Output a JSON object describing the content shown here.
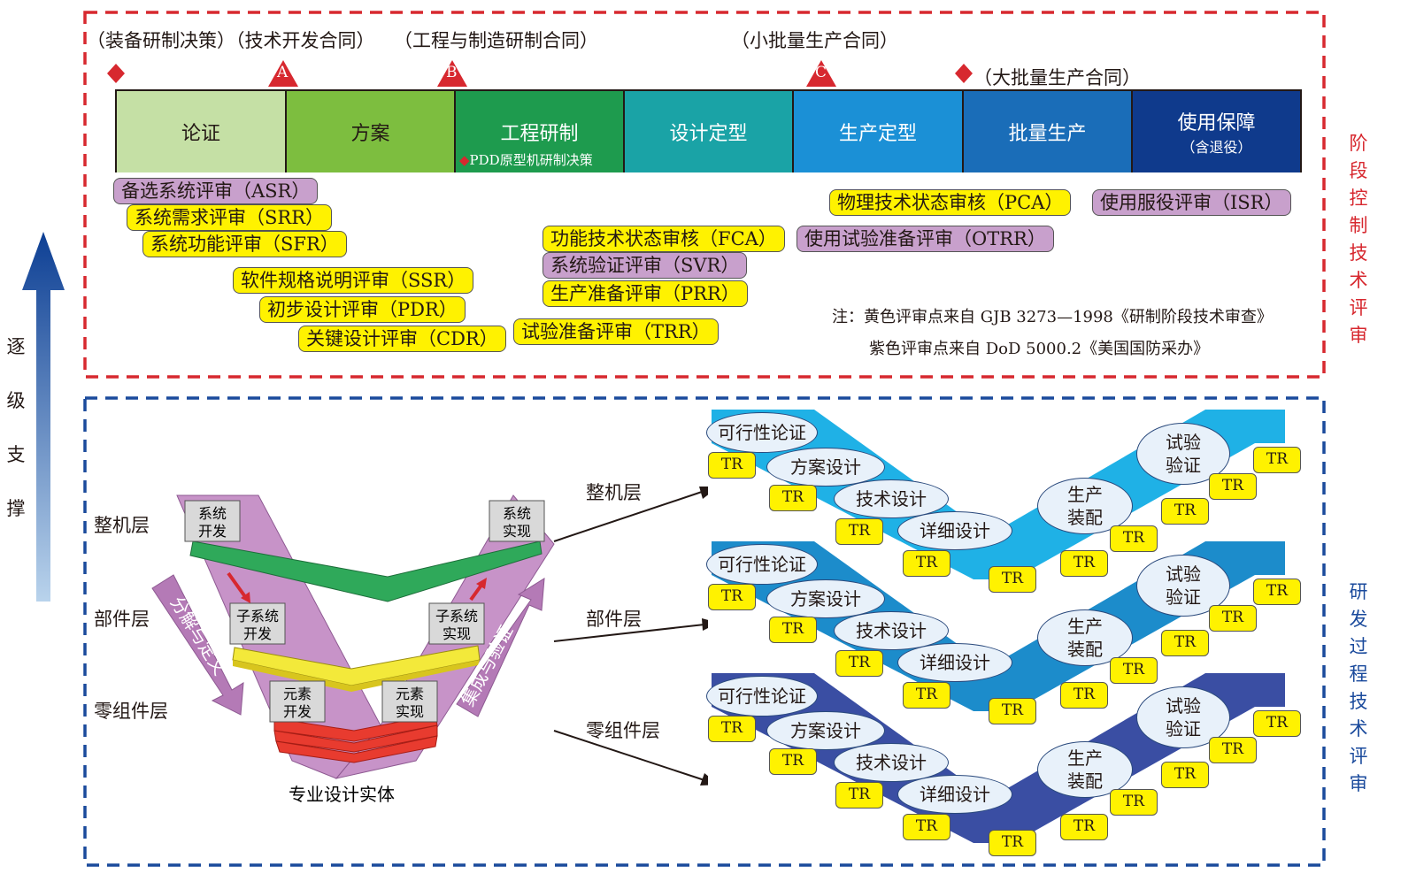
{
  "contracts": {
    "c1": "（装备研制决策）（技术开发合同）",
    "c2": "（工程与制造研制合同）",
    "c3": "（小批量生产合同）",
    "c4": "（大批量生产合同）"
  },
  "milestones": {
    "a": "A",
    "b": "B",
    "c": "C"
  },
  "phases": [
    {
      "label": "论证",
      "sub": "",
      "color": "#c5e0a5"
    },
    {
      "label": "方案",
      "sub": "",
      "color": "#7dbe3f"
    },
    {
      "label": "工程研制",
      "sub": "PDD原型机研制决策",
      "color": "#1e9b4e"
    },
    {
      "label": "设计定型",
      "sub": "",
      "color": "#1aa3a6"
    },
    {
      "label": "生产定型",
      "sub": "",
      "color": "#1b90d6"
    },
    {
      "label": "批量生产",
      "sub": "",
      "color": "#1a6db8"
    },
    {
      "label": "使用保障",
      "sub": "（含退役）",
      "color": "#0f3a8c"
    }
  ],
  "reviews": {
    "asr": "备选系统评审（ASR）",
    "srr": "系统需求评审（SRR）",
    "sfr": "系统功能评审（SFR）",
    "ssr": "软件规格说明评审（SSR）",
    "pdr": "初步设计评审（PDR）",
    "cdr": "关键设计评审（CDR）",
    "fca": "功能技术状态审核（FCA）",
    "svr": "系统验证评审（SVR）",
    "prr": "生产准备评审（PRR）",
    "trr": "试验准备评审（TRR）",
    "pca": "物理技术状态审核（PCA）",
    "isr": "使用服役评审（ISR）",
    "otrr": "使用试验准备评审（OTRR）"
  },
  "notes": {
    "line1": "注：黄色评审点来自 GJB 3273—1998《研制阶段技术审查》",
    "line2": "紫色评审点来自 DoD 5000.2《美国国防采办》"
  },
  "right_labels": {
    "top": [
      "阶段",
      "控制",
      "技术",
      "评审"
    ],
    "bottom": [
      "研发",
      "过程",
      "技术",
      "评审"
    ]
  },
  "left_arrow_label": [
    "逐",
    "级",
    "支",
    "撑"
  ],
  "levels": {
    "system": "整机层",
    "component": "部件层",
    "part": "零组件层"
  },
  "vmodel": {
    "sys_dev": [
      "系统",
      "开发"
    ],
    "sys_impl": [
      "系统",
      "实现"
    ],
    "sub_dev": [
      "子系统",
      "开发"
    ],
    "sub_impl": [
      "子系统",
      "实现"
    ],
    "elem_dev": [
      "元素",
      "开发"
    ],
    "elem_impl": [
      "元素",
      "实现"
    ],
    "decompose": "分解与定义",
    "integrate": "集成与验证",
    "caption": "专业设计实体"
  },
  "process": {
    "feasibility": "可行性论证",
    "scheme": "方案设计",
    "tech": "技术设计",
    "detail": "详细设计",
    "assembly": [
      "生产",
      "装配"
    ],
    "test": [
      "试验",
      "验证"
    ],
    "tr": "TR"
  },
  "colors": {
    "red_dash": "#d7282f",
    "blue_dash": "#1a4a9c",
    "band_top": "#1fb1e6",
    "band_mid": "#1c8ccb",
    "band_bot": "#3a4ea3",
    "tr_yellow": "#fff200",
    "review_purple": "#c8a0cc"
  }
}
